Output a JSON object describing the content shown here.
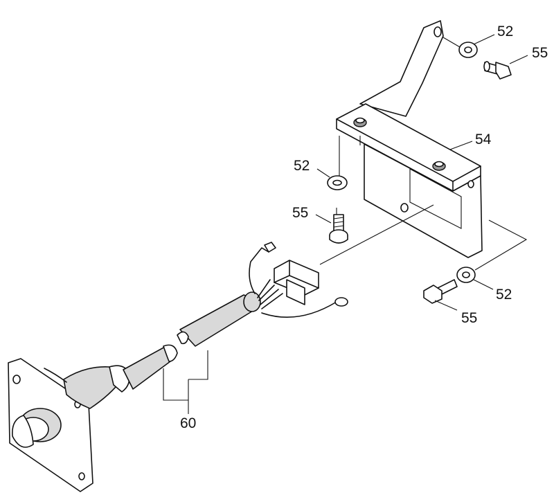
{
  "callouts": {
    "washer_top": "52",
    "bolt_top": "55",
    "bracket": "54",
    "washer_left": "52",
    "bolt_left": "55",
    "washer_right": "52",
    "bolt_right": "55",
    "harness": "60"
  },
  "colors": {
    "line": "#111111",
    "shade": "#d9d9d9",
    "background": "#ffffff"
  }
}
